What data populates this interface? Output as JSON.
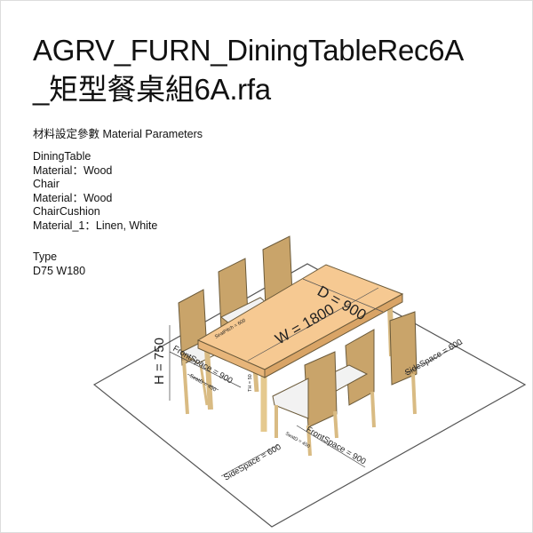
{
  "title": {
    "line1": "AGRV_FURN_DiningTableRec6A",
    "line2": "_矩型餐桌組6A.rfa"
  },
  "section_heading": "材料設定參數 Material Parameters",
  "materials": [
    {
      "group": "DiningTable",
      "param": "Material：Wood"
    },
    {
      "group": "Chair",
      "param": "Material：Wood"
    },
    {
      "group": "ChairCushion",
      "param": "Material_1：Linen, White"
    }
  ],
  "type": {
    "label": "Type",
    "value": "D75 W180"
  },
  "dimensions": {
    "depth": "D = 900",
    "width": "W = 1800",
    "height": "H = 750",
    "front_space_left": "FrontSpace = 900",
    "front_space_right": "FrontSpace = 900",
    "side_space_left": "SideSpace = 600",
    "side_space_right": "SideSpace = 600",
    "seat_d_left": "SeatD = 450",
    "seat_d_right": "SeatD = 450",
    "seat_pitch": "SeatPitch = 600",
    "thickness": "TH = 50"
  },
  "colors": {
    "table_top": "#f6c992",
    "wood": "#e9cf9c",
    "cushion": "#f2f2f2",
    "line": "#555555"
  }
}
